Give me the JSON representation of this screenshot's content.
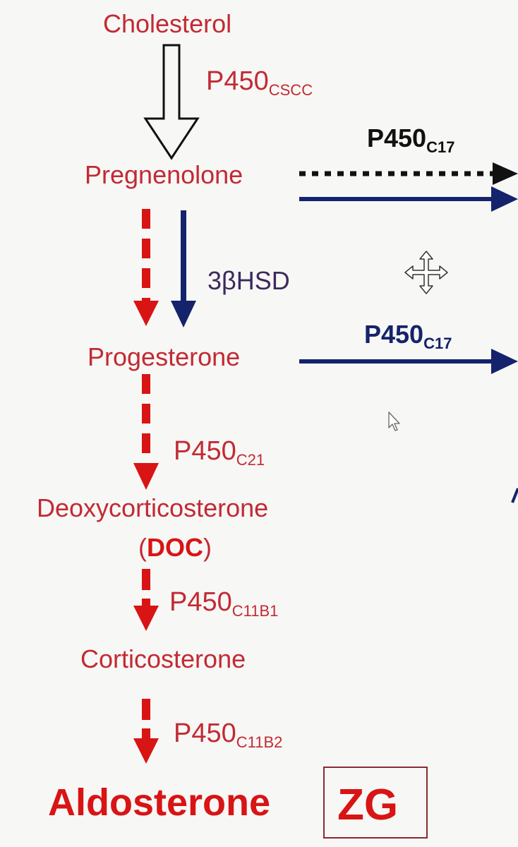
{
  "compounds": {
    "cholesterol": "Cholesterol",
    "pregnenolone": "Pregnenolone",
    "progesterone": "Progesterone",
    "deoxycorticosterone": "Deoxycorticosterone",
    "doc_open": "(",
    "doc_abbr": "DOC",
    "doc_close": ")",
    "corticosterone": "Corticosterone",
    "aldosterone": "Aldosterone"
  },
  "enzymes": {
    "cscc": {
      "base": "P450",
      "sub": "CSCC"
    },
    "c17_top": {
      "base": "P450",
      "sub": "C17"
    },
    "hsd": "3βHSD",
    "c17_mid": {
      "base": "P450",
      "sub": "C17"
    },
    "c21": {
      "base": "P450",
      "sub": "C21"
    },
    "c11b1": {
      "base": "P450",
      "sub": "C11B1"
    },
    "c11b2": {
      "base": "P450",
      "sub": "C11B2"
    }
  },
  "zone": "ZG",
  "colors": {
    "red": "#d81414",
    "dark_red_text": "#c22a34",
    "navy": "#14236b",
    "black": "#111111",
    "background": "#f7f7f5"
  },
  "icons": [
    "move-cursor-icon",
    "mouse-pointer-icon"
  ]
}
